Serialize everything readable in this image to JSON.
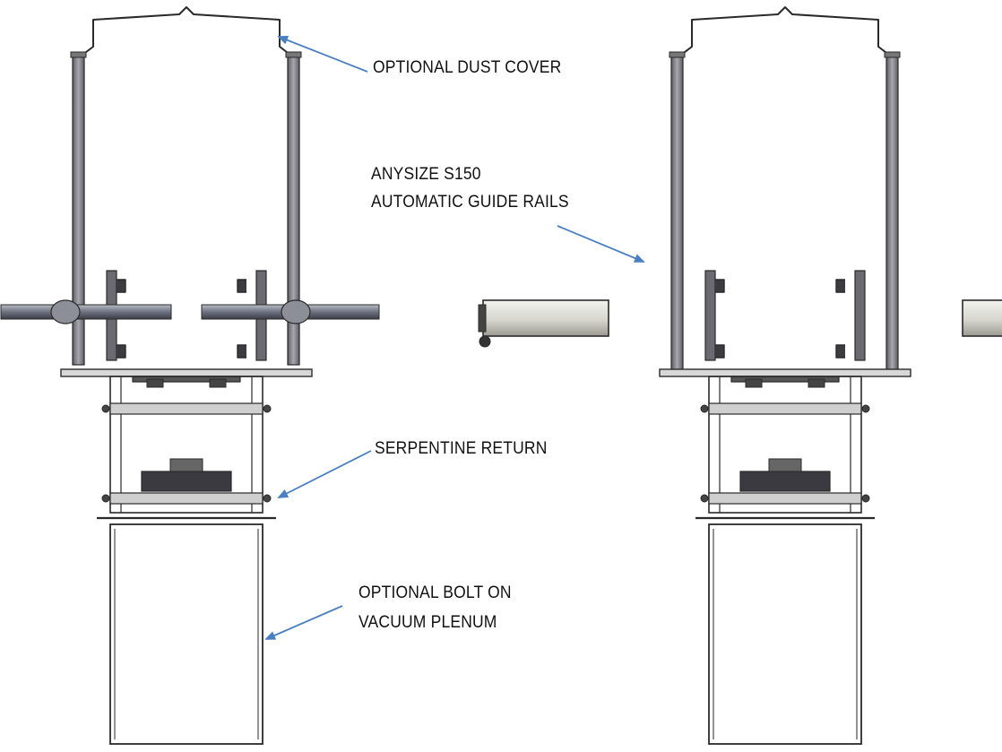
{
  "annotations": {
    "dust_cover": "OPTIONAL DUST COVER",
    "guide_rails_line1": "ANYSIZE S150",
    "guide_rails_line2": "AUTOMATIC GUIDE RAILS",
    "serpentine": "SERPENTINE RETURN",
    "plenum_line1": "OPTIONAL BOLT ON",
    "plenum_line2": "VACUUM PLENUM"
  },
  "colors": {
    "arrow": "#4a7fc1",
    "line": "#2a2a2a",
    "rail_fill": "#8a8a8e",
    "shaft_fill": "#7a7d86",
    "cylinder_fill": "#d9d9d2",
    "background": "#ffffff"
  },
  "views": [
    {
      "name": "left-view",
      "variant": "manual-shaft"
    },
    {
      "name": "right-view",
      "variant": "automatic-cylinders"
    }
  ]
}
